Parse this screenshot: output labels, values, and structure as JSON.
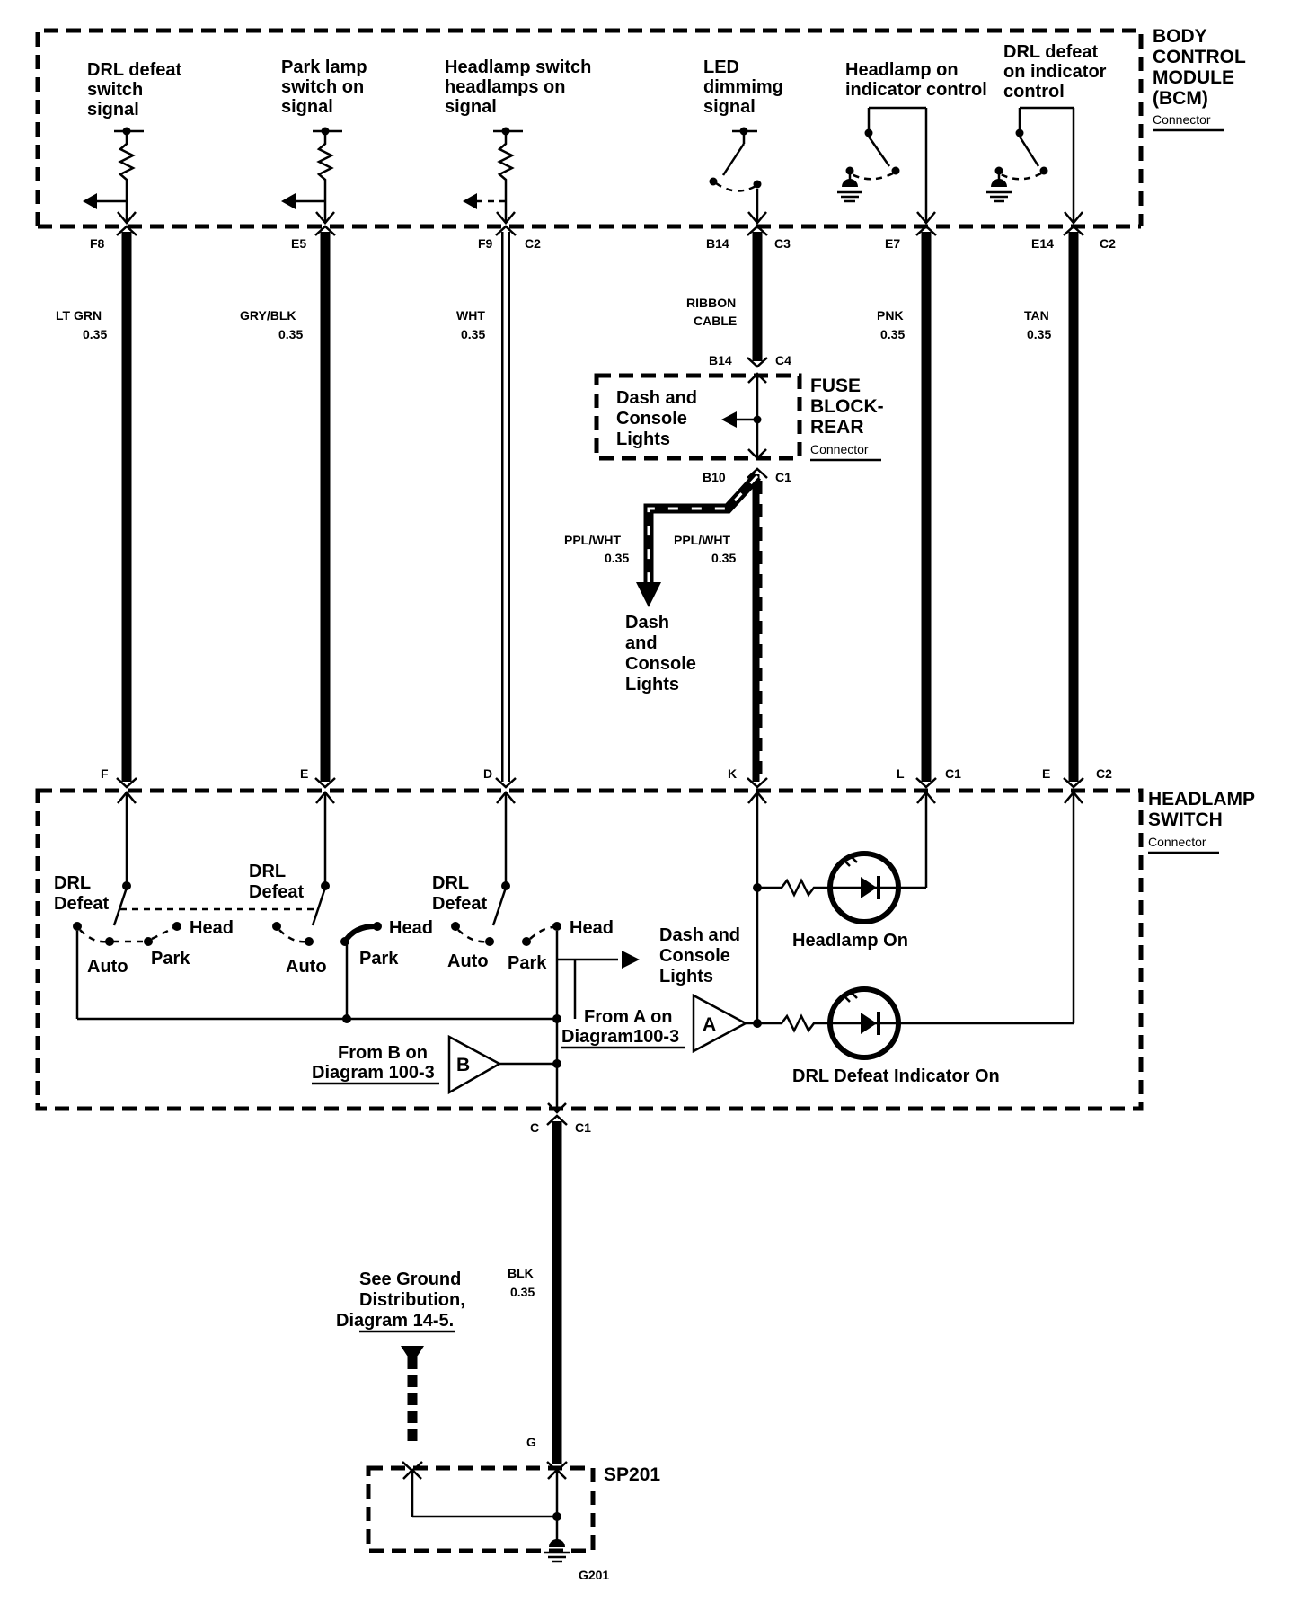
{
  "bcm": {
    "title_lines": [
      "BODY",
      "CONTROL",
      "MODULE",
      "(BCM)"
    ],
    "connector": "Connector",
    "circuits": [
      {
        "label_lines": [
          "DRL defeat",
          "switch",
          "signal"
        ],
        "pin": "F8",
        "wire": "LT GRN",
        "gauge": "0.35",
        "hs_pin": "F"
      },
      {
        "label_lines": [
          "Park lamp",
          "switch on",
          "signal"
        ],
        "pin": "E5",
        "wire": "GRY/BLK",
        "gauge": "0.35",
        "hs_pin": "E"
      },
      {
        "label_lines": [
          "Headlamp switch",
          "headlamps on",
          "signal"
        ],
        "pin": "F9",
        "conn": "C2",
        "wire": "WHT",
        "gauge": "0.35",
        "hs_pin": "D"
      },
      {
        "label_lines": [
          "LED",
          "dimmimg",
          "signal"
        ],
        "pin": "B14",
        "conn": "C3",
        "hs_pin": "K"
      },
      {
        "label_lines": [
          "Headlamp on",
          "indicator control"
        ],
        "pin": "E7",
        "wire": "PNK",
        "gauge": "0.35",
        "hs_pin": "L",
        "hs_conn": "C1"
      },
      {
        "label_lines": [
          "DRL defeat",
          "on indicator",
          "control"
        ],
        "pin": "E14",
        "conn": "C2",
        "wire": "TAN",
        "gauge": "0.35",
        "hs_pin": "E",
        "hs_conn": "C2"
      }
    ]
  },
  "ribbon": {
    "lines": [
      "RIBBON",
      "CABLE"
    ]
  },
  "fuse_block": {
    "title_lines": [
      "FUSE",
      "BLOCK-",
      "REAR"
    ],
    "connector": "Connector",
    "pin_top": "B14",
    "conn_top": "C4",
    "pin_bottom": "B10",
    "conn_bottom": "C1",
    "inner_lines": [
      "Dash and",
      "Console",
      "Lights"
    ]
  },
  "ppl_wht": {
    "left_wire": "PPL/WHT",
    "left_gauge": "0.35",
    "right_wire": "PPL/WHT",
    "right_gauge": "0.35",
    "dest_lines": [
      "Dash",
      "and",
      "Console",
      "Lights"
    ]
  },
  "headlamp_switch": {
    "title_lines": [
      "HEADLAMP",
      "SWITCH"
    ],
    "connector": "Connector",
    "drl_defeat_lines": [
      "DRL",
      "Defeat"
    ],
    "auto": "Auto",
    "park": "Park",
    "head": "Head",
    "dash_lines": [
      "Dash and",
      "Console",
      "Lights"
    ],
    "headlamp_on": "Headlamp On",
    "drl_indicator": "DRL Defeat Indicator On",
    "from_a_lines": [
      "From A on",
      "Diagram100-3"
    ],
    "from_b_lines": [
      "From B on",
      "Diagram 100-3"
    ],
    "tri_a": "A",
    "tri_b": "B",
    "gnd_pin": "C",
    "gnd_conn": "C1"
  },
  "ground": {
    "wire": "BLK",
    "gauge": "0.35",
    "see_lines": [
      "See Ground",
      "Distribution,",
      "Diagram 14-5."
    ],
    "pin": "G",
    "splice": "SP201",
    "ground_id": "G201"
  }
}
